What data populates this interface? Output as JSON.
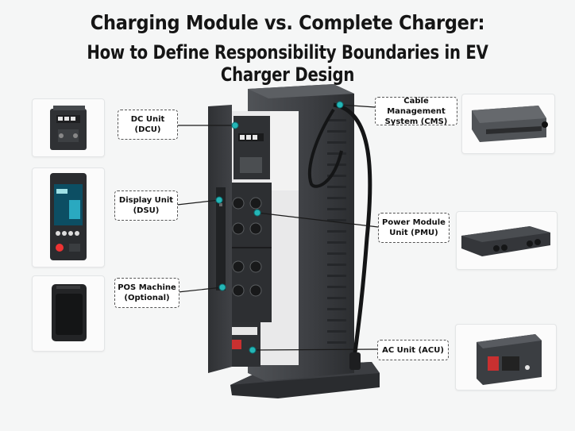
{
  "title": {
    "line1": "Charging Module vs. Complete Charger:",
    "line2": "How to Define Responsibility Boundaries in EV Charger Design"
  },
  "labels": {
    "dcu": {
      "line1": "DC Unit",
      "line2": "(DCU)"
    },
    "dsu": {
      "line1": "Display Unit",
      "line2": "(DSU)"
    },
    "pos": {
      "line1": "POS Machine",
      "line2": "(Optional)"
    },
    "cms": {
      "line1": "Cable Management",
      "line2": "System  (CMS)"
    },
    "pmu": {
      "line1": "Power Module",
      "line2": "Unit  (PMU)"
    },
    "acu": {
      "line1": "AC Unit  (ACU)"
    }
  },
  "colors": {
    "callout_dot": "#25b6b6",
    "charger_body": "#3b3d40",
    "background": "#f5f6f6"
  },
  "icons": {
    "dcu_thumb": "dc-unit-icon",
    "dsu_thumb": "display-unit-icon",
    "pos_thumb": "pos-machine-icon",
    "cms_thumb": "cable-management-icon",
    "pmu_thumb": "power-module-icon",
    "acu_thumb": "ac-unit-icon"
  }
}
